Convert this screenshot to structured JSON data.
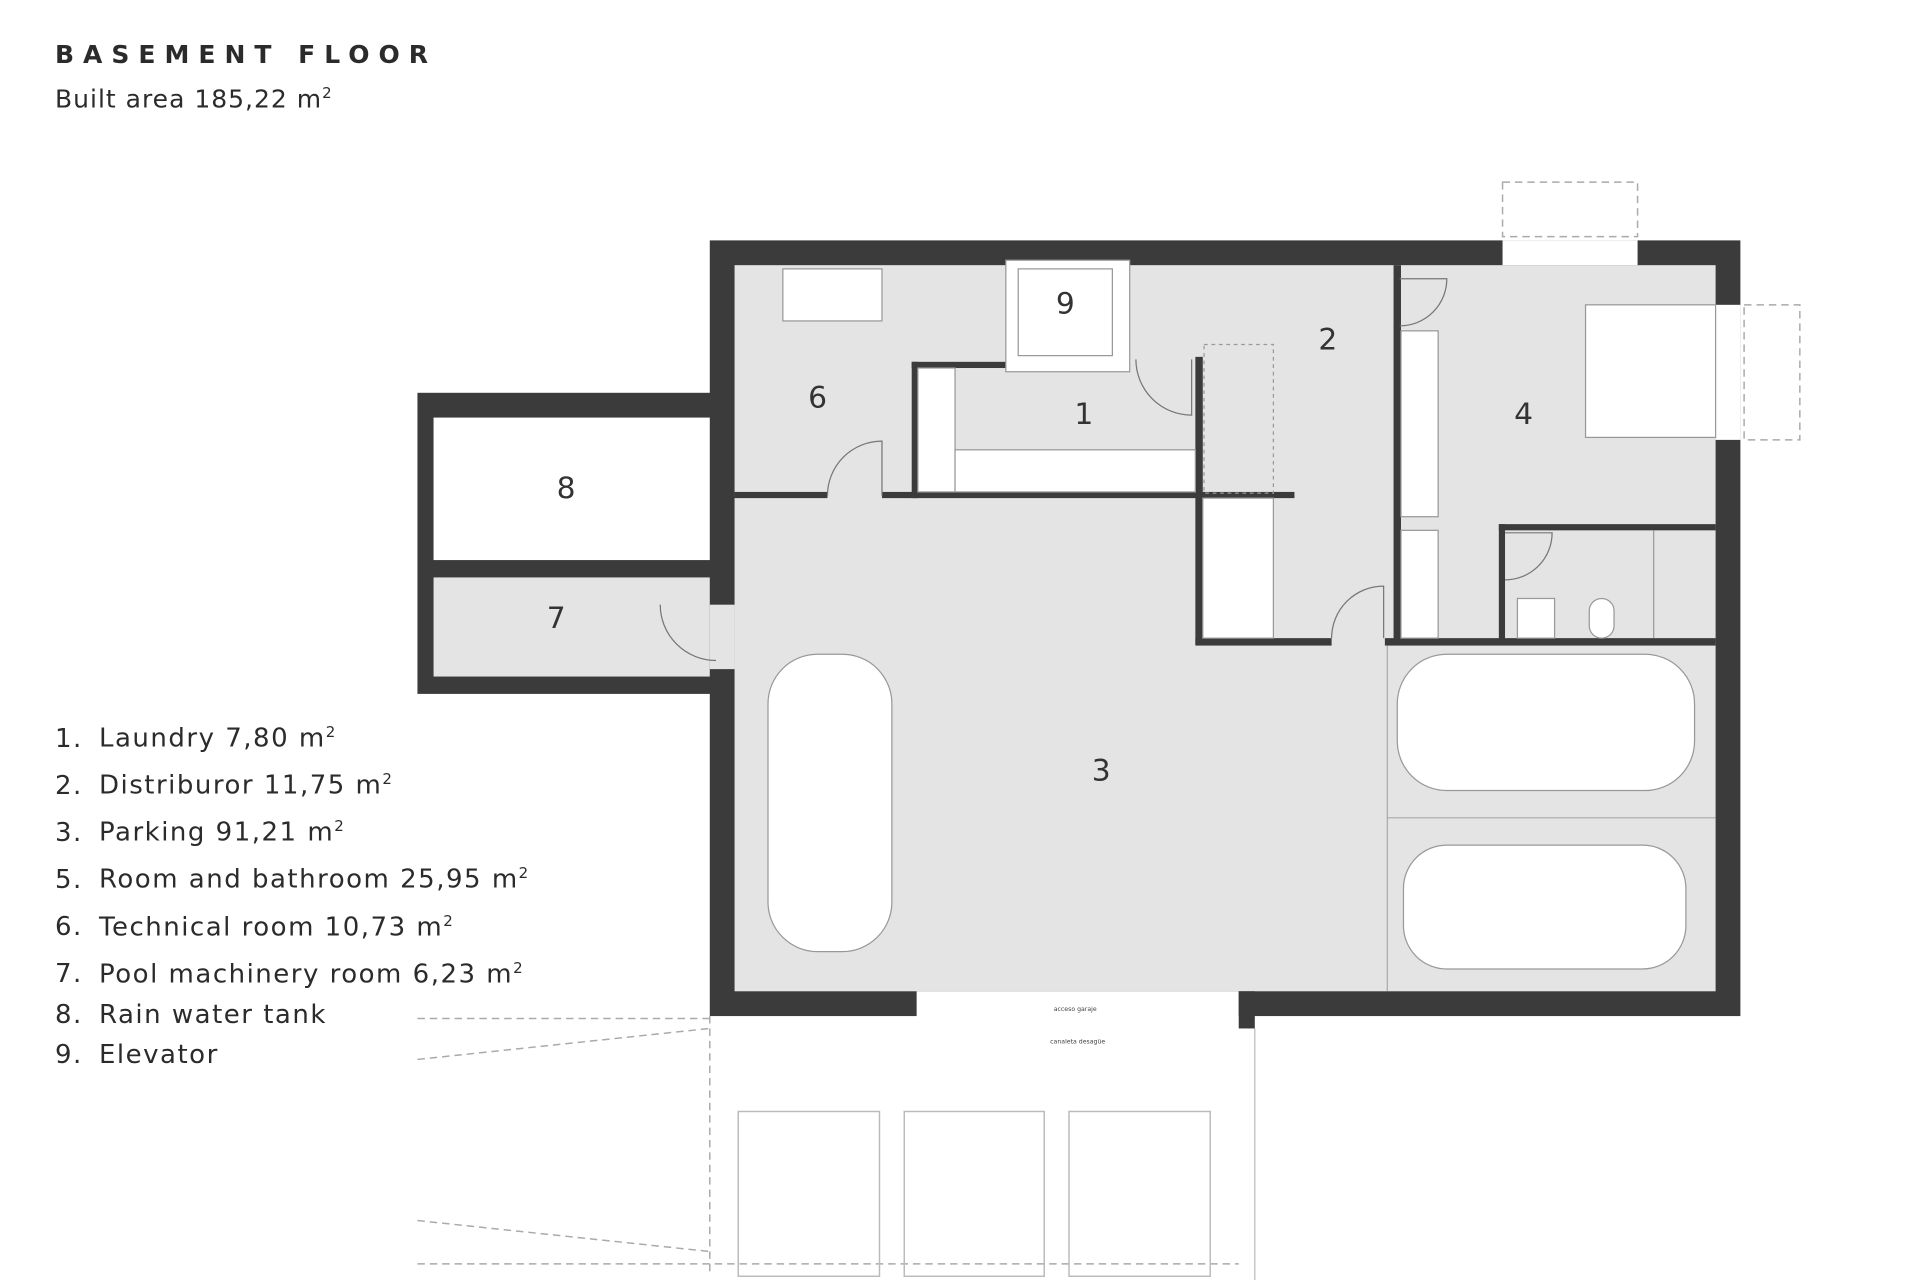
{
  "header": {
    "title": "BASEMENT FLOOR",
    "subtitle": "Built area 185,22 m",
    "subtitle_sup": "2"
  },
  "rooms": {
    "r1": "1",
    "r2": "2",
    "r3": "3",
    "r4": "4",
    "r6": "6",
    "r7": "7",
    "r8": "8",
    "r9": "9"
  },
  "annotations": {
    "garage_access": "acceso garaje",
    "drain": "canaleta desagüe"
  },
  "legend": [
    {
      "num": "1.",
      "label": "Laundry 7,80 m",
      "sup": "2"
    },
    {
      "num": "2.",
      "label": "Distriburor 11,75 m",
      "sup": "2"
    },
    {
      "num": "3.",
      "label": "Parking 91,21 m",
      "sup": "2"
    },
    {
      "num": "5.",
      "label": "Room and bathroom 25,95 m",
      "sup": "2"
    },
    {
      "num": "6.",
      "label": "Technical room 10,73 m",
      "sup": "2"
    },
    {
      "num": "7.",
      "label": "Pool machinery room 6,23 m",
      "sup": "2"
    },
    {
      "num": "8.",
      "label": "Rain water tank",
      "sup": ""
    },
    {
      "num": "9.",
      "label": "Elevator",
      "sup": ""
    }
  ],
  "colors": {
    "wall": "#3b3b3b",
    "floor": "#e4e4e4",
    "line": "#999999"
  }
}
